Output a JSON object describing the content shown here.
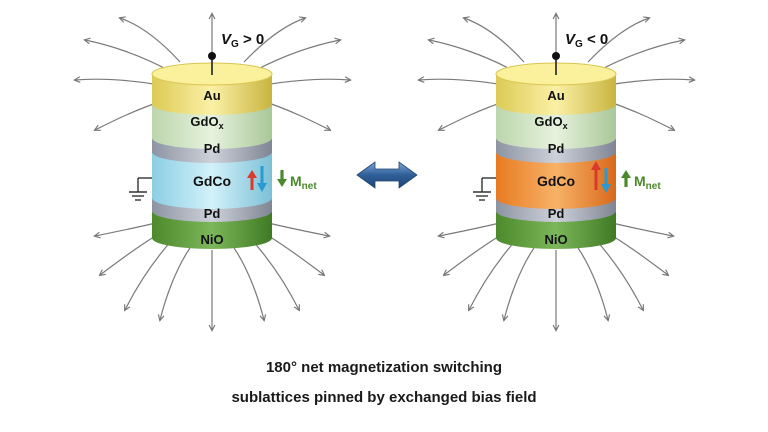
{
  "left_device": {
    "voltage": "V",
    "voltage_sub": "G",
    "voltage_rel": " > 0",
    "layers": {
      "au": "Au",
      "gdox": "GdO",
      "gdox_sub": "x",
      "pd_top": "Pd",
      "gdco": "GdCo",
      "pd_bottom": "Pd",
      "nio": "NiO"
    },
    "gdco_color": "#aee4f3",
    "mnet_label": "M",
    "mnet_sub": "net",
    "mnet_direction": "down"
  },
  "right_device": {
    "voltage": "V",
    "voltage_sub": "G",
    "voltage_rel": " < 0",
    "layers": {
      "au": "Au",
      "gdox": "GdO",
      "gdox_sub": "x",
      "pd_top": "Pd",
      "gdco": "GdCo",
      "pd_bottom": "Pd",
      "nio": "NiO"
    },
    "gdco_color": "#f0913a",
    "mnet_label": "M",
    "mnet_sub": "net",
    "mnet_direction": "up"
  },
  "switch_arrow": "double-arrow-icon",
  "colors": {
    "au": "#f2e27a",
    "gdox": "#d3e8c6",
    "pd": "#aab0bc",
    "nio": "#5f9e3a",
    "mnet": "#4a8a2c",
    "spin_red": "#d93a2b",
    "spin_blue": "#2a9ad0",
    "switch_arrow": "#2f5f99"
  },
  "caption": {
    "line1": "180° net magnetization switching",
    "line2": "sublattices pinned by exchanged bias field"
  }
}
